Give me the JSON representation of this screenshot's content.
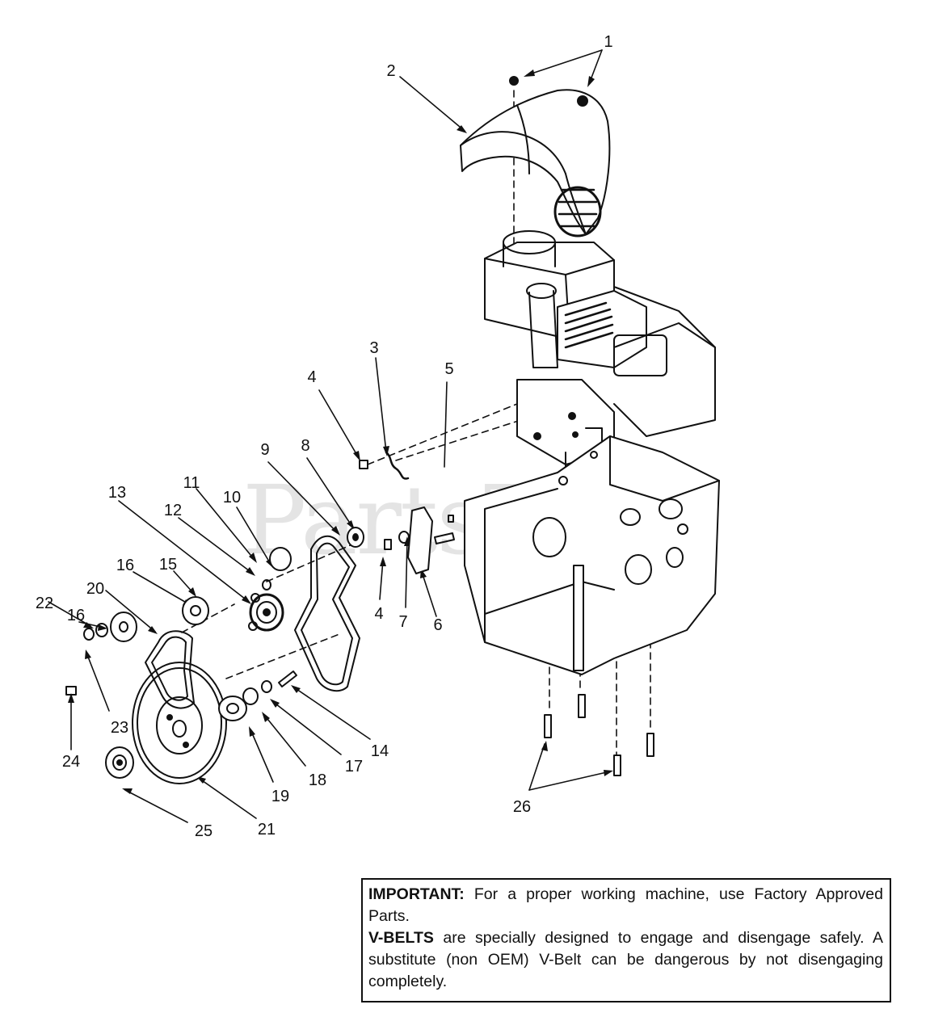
{
  "watermark": {
    "text": "PartsTree",
    "tm": "™"
  },
  "callouts": [
    "1",
    "2",
    "3",
    "4",
    "5",
    "9",
    "8",
    "11",
    "10",
    "13",
    "12",
    "16",
    "15",
    "20",
    "22",
    "16",
    "23",
    "24",
    "25",
    "21",
    "19",
    "18",
    "17",
    "14",
    "4",
    "7",
    "6",
    "26"
  ],
  "notice": {
    "important_label": "IMPORTANT:",
    "important_text": "For a proper working machine, use Factory Approved Parts.",
    "vbelts_label": "V-BELTS",
    "vbelts_text": "are specially designed to engage and disengage safely. A substitute (non OEM) V-Belt can be dangerous by not disengaging completely."
  }
}
